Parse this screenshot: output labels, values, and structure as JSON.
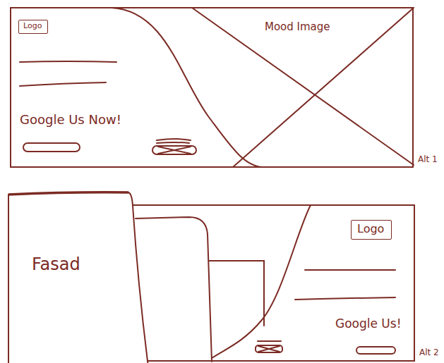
{
  "diagram": {
    "nodes": [
      {
        "text": [
          "Google Us Now!",
          "Alt 1"
        ]
      },
      {
        "text": [
          "Logo"
        ],
        "in": 0
      },
      {
        "text": [
          "Fasad"
        ]
      },
      {
        "text": [
          "Google Us!",
          "Alt 2"
        ]
      },
      {
        "text": [
          "Logo"
        ],
        "in": 3
      }
    ],
    "labels": [
      "Mood Image"
    ]
  }
}
